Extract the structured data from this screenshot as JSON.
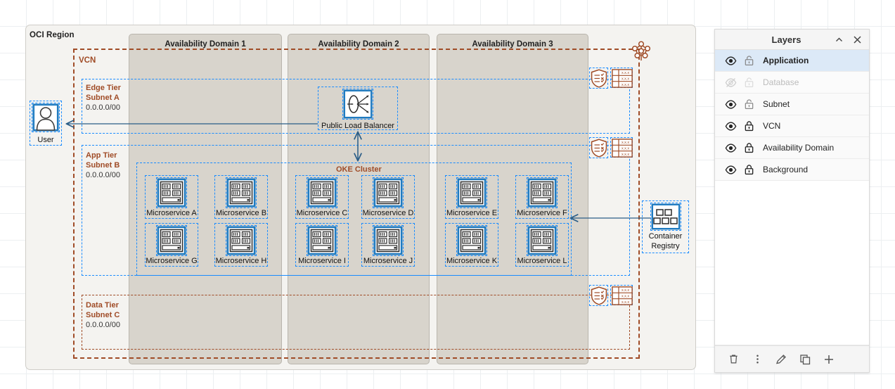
{
  "diagram": {
    "region_label": "OCI Region",
    "vcn_label": "VCN",
    "oke_label": "OKE Cluster",
    "availability_domains": [
      {
        "label": "Availability Domain 1"
      },
      {
        "label": "Availability Domain 2"
      },
      {
        "label": "Availability Domain 3"
      }
    ],
    "subnets": [
      {
        "name": "Edge Tier",
        "sub": "Subnet A",
        "cidr": "0.0.0.0/00"
      },
      {
        "name": "App Tier",
        "sub": "Subnet B",
        "cidr": "0.0.0.0/00"
      },
      {
        "name": "Data Tier",
        "sub": "Subnet C",
        "cidr": "0.0.0.0/00"
      }
    ],
    "user": {
      "label": "User",
      "icon": "user-icon"
    },
    "load_balancer": {
      "label": "Public Load Balancer",
      "icon": "load-balancer-icon"
    },
    "container_registry": {
      "label_line1": "Container",
      "label_line2": "Registry",
      "icon": "container-registry-icon"
    },
    "microservices": [
      {
        "label": "Microservice A",
        "ad": 1
      },
      {
        "label": "Microservice B",
        "ad": 1
      },
      {
        "label": "Microservice G",
        "ad": 1
      },
      {
        "label": "Microservice H",
        "ad": 1
      },
      {
        "label": "Microservice C",
        "ad": 2
      },
      {
        "label": "Microservice D",
        "ad": 2
      },
      {
        "label": "Microservice I",
        "ad": 2
      },
      {
        "label": "Microservice J",
        "ad": 2
      },
      {
        "label": "Microservice E",
        "ad": 3
      },
      {
        "label": "Microservice F",
        "ad": 3
      },
      {
        "label": "Microservice K",
        "ad": 3
      },
      {
        "label": "Microservice L",
        "ad": 3
      }
    ],
    "gateways": [
      {
        "shield": "security-list-icon",
        "route": "route-table-icon",
        "route_text": "x.x.x"
      },
      {
        "shield": "security-list-icon",
        "route": "route-table-icon",
        "route_text": "x.x.x"
      },
      {
        "shield": "security-list-icon",
        "route": "route-table-icon",
        "route_text": "x.x.x"
      }
    ],
    "internet_gateway_icon": "internet-gateway-icon",
    "colors": {
      "oracle_red": "#a04c27",
      "selection_blue": "#1a8cff",
      "icon_blue": "#1f7bc1",
      "connector_blue": "#2a5d87",
      "ad_fill": "#d8d4cc",
      "region_fill": "#f4f3f0"
    }
  },
  "layers_panel": {
    "title": "Layers",
    "collapse_icon": "chevron-up-icon",
    "close_icon": "close-icon",
    "items": [
      {
        "label": "Application",
        "visible": true,
        "locked": false,
        "selected": true
      },
      {
        "label": "Database",
        "visible": false,
        "locked": false,
        "selected": false
      },
      {
        "label": "Subnet",
        "visible": true,
        "locked": false,
        "selected": false
      },
      {
        "label": "VCN",
        "visible": true,
        "locked": true,
        "selected": false
      },
      {
        "label": "Availability Domain",
        "visible": true,
        "locked": true,
        "selected": false
      },
      {
        "label": "Background",
        "visible": true,
        "locked": true,
        "selected": false
      }
    ],
    "toolbar": [
      {
        "name": "delete-layer-button",
        "icon": "trash-icon"
      },
      {
        "name": "layer-options-button",
        "icon": "vertical-dots-icon"
      },
      {
        "name": "edit-layer-button",
        "icon": "pencil-icon"
      },
      {
        "name": "duplicate-layer-button",
        "icon": "copy-icon"
      },
      {
        "name": "add-layer-button",
        "icon": "plus-icon"
      }
    ]
  }
}
